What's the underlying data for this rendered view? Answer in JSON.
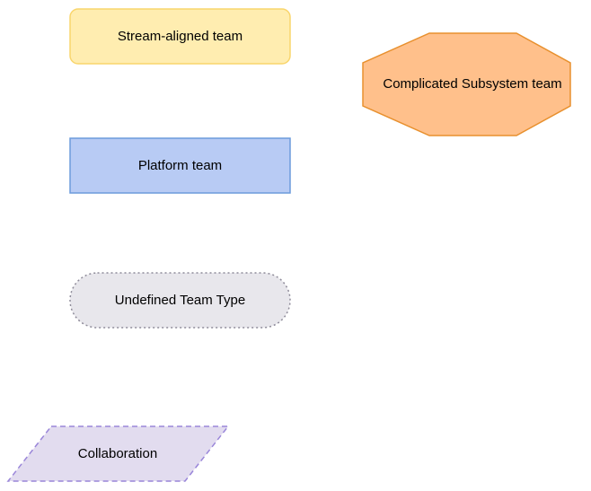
{
  "shapes": {
    "stream_aligned": {
      "label": "Stream-aligned team",
      "fill": "#FFEDB0",
      "stroke": "#F9D56C"
    },
    "complicated_subsystem": {
      "label": "Complicated Subsystem team",
      "fill": "#FFC08B",
      "stroke": "#E8902E"
    },
    "platform": {
      "label": "Platform team",
      "fill": "#B8CBF4",
      "stroke": "#6C9BDC"
    },
    "undefined": {
      "label": "Undefined Team Type",
      "fill": "#E8E7EC",
      "stroke": "#8E8B99"
    },
    "collaboration": {
      "label": "Collaboration",
      "fill": "#E2DCEF",
      "stroke": "#9A86D9"
    }
  }
}
